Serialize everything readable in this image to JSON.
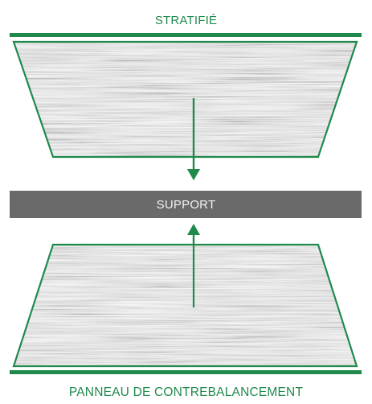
{
  "labels": {
    "top": "STRATIFIÉ",
    "middle": "SUPPORT",
    "bottom": "PANNEAU DE CONTREBALANCEMENT"
  },
  "colors": {
    "accent_green": "#1f8a4c",
    "support_bar": "#6a6a6a",
    "support_text": "#f2f2f2",
    "texture_light": "#f3f3f3",
    "texture_dark": "#9a9a9a"
  }
}
